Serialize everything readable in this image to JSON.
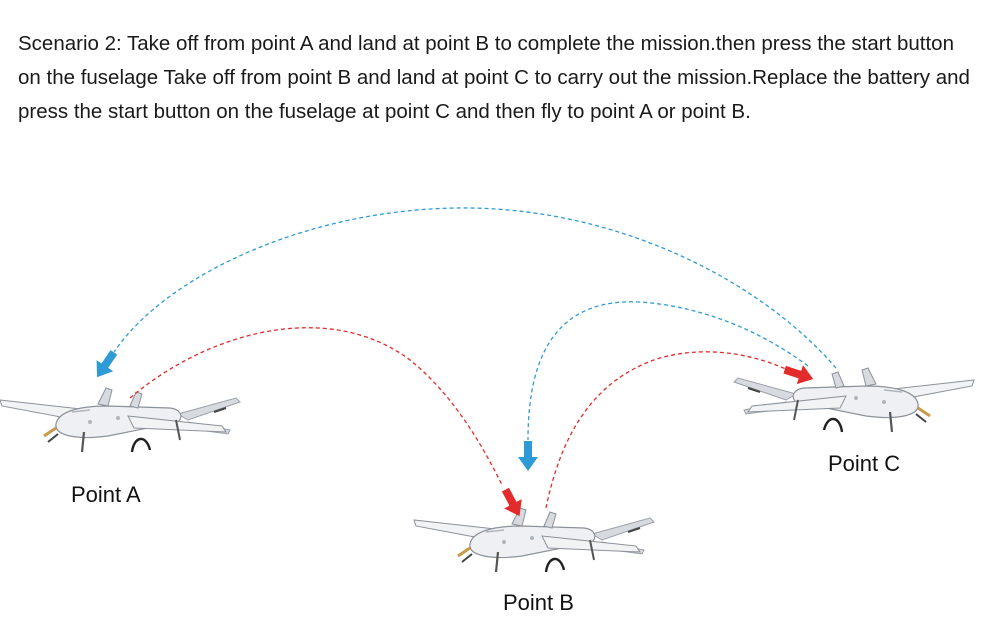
{
  "scenario": {
    "text": "Scenario 2: Take off from point A and land at point B to complete the mission.then press the start button on the fuselage Take off from point B and land at point C to carry out the mission.Replace the battery and press the start button on the fuselage at point C and then fly to point A or point B."
  },
  "points": {
    "a": "Point A",
    "b": "Point B",
    "c": "Point C"
  },
  "colors": {
    "mission_path": "#e32b2b",
    "return_path": "#2f9bd6",
    "aircraft_body": "#e9ecef",
    "aircraft_outline": "#8c9299"
  },
  "icons": [
    "drone-icon",
    "arrow-icon"
  ]
}
